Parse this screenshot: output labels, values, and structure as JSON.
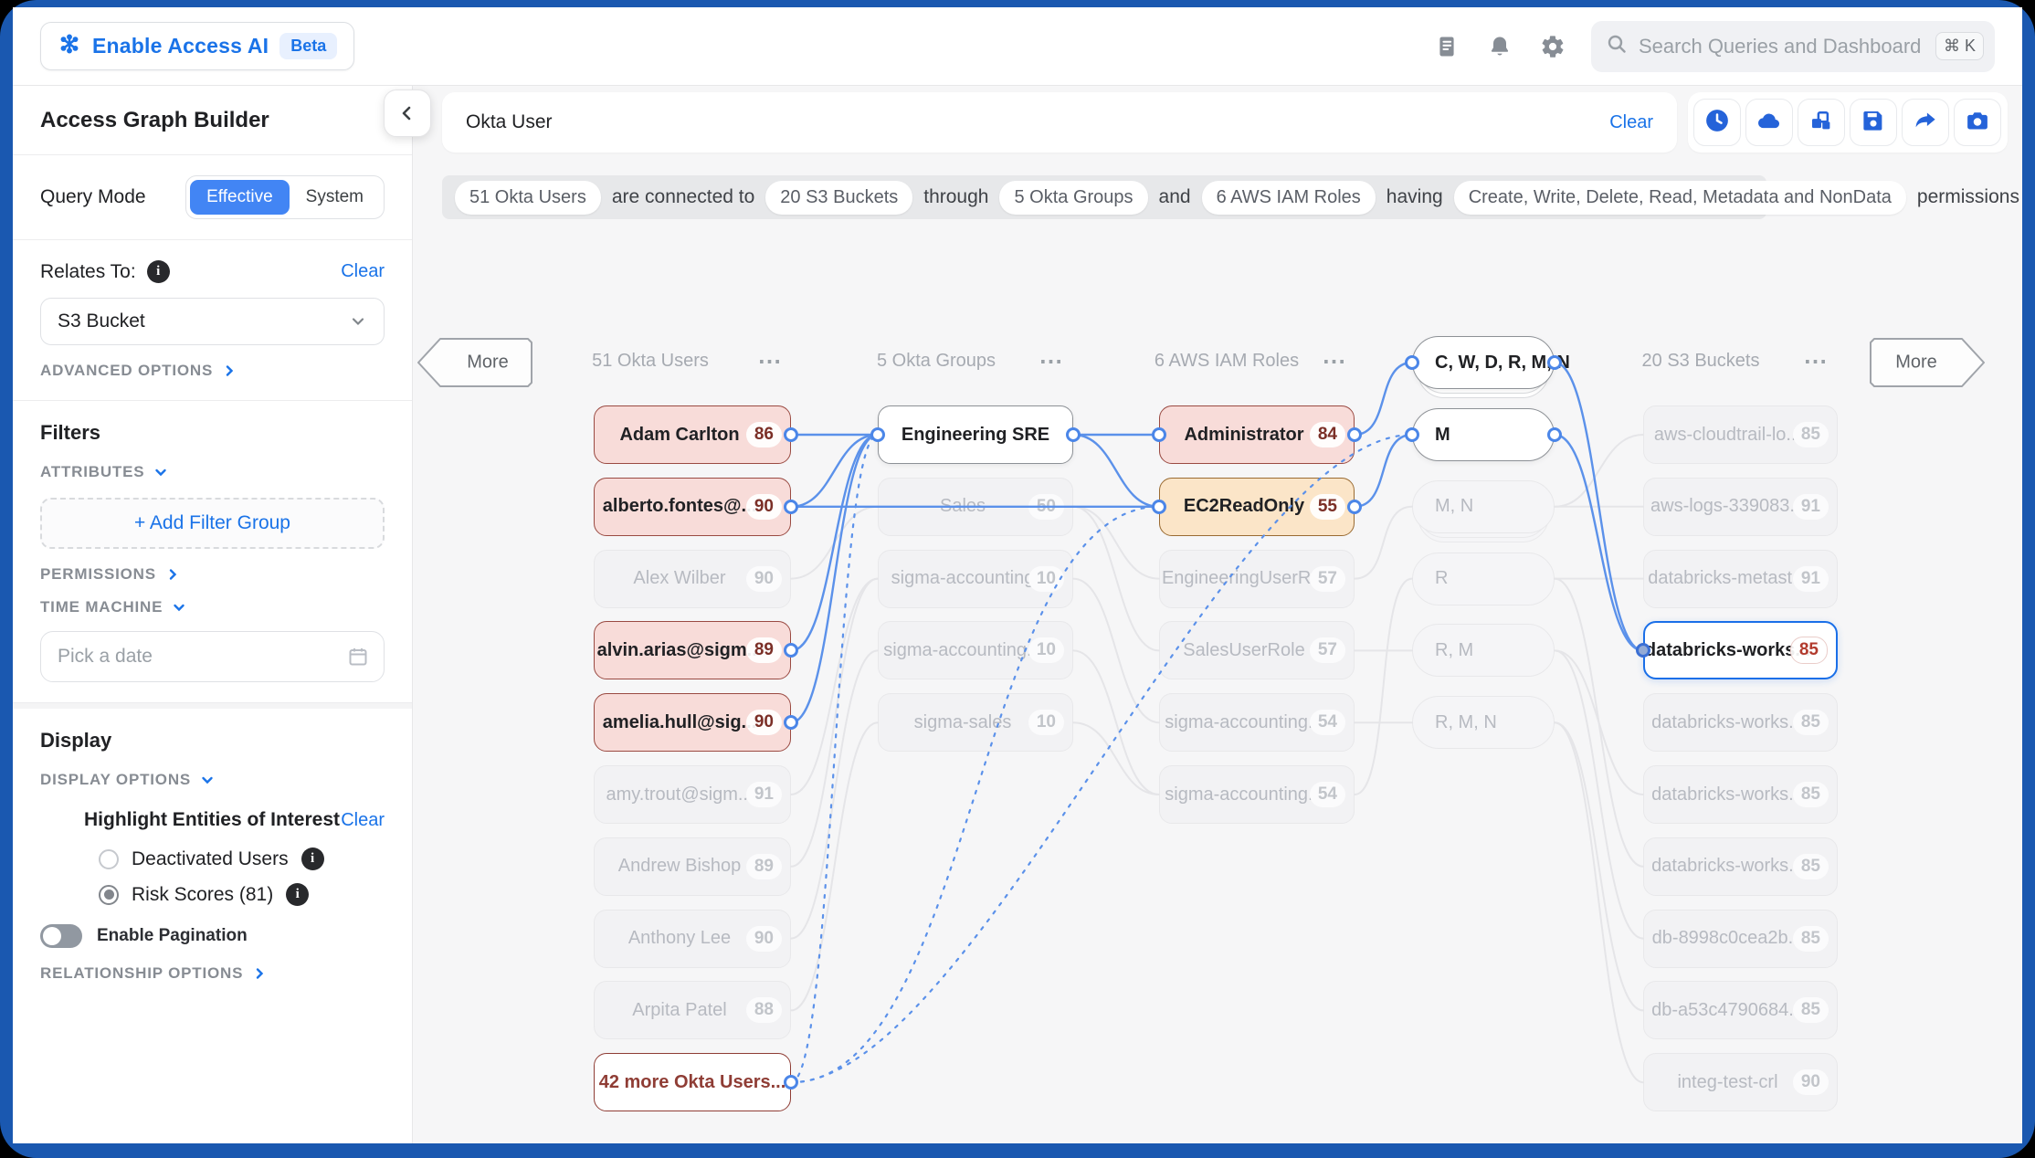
{
  "header": {
    "logo_title": "Enable Access AI",
    "beta_badge": "Beta",
    "icons": [
      "journal",
      "bell",
      "gear"
    ],
    "search": {
      "placeholder": "Search Queries and Dashboard",
      "shortcut": "⌘ K"
    }
  },
  "sidebar": {
    "title": "Access Graph Builder",
    "query_mode": {
      "label": "Query Mode",
      "options": [
        "Effective",
        "System"
      ],
      "active": "Effective"
    },
    "relates_to": {
      "label": "Relates To:",
      "clear": "Clear",
      "value": "S3 Bucket",
      "advanced": "ADVANCED OPTIONS"
    },
    "filters": {
      "title": "Filters",
      "attributes": "ATTRIBUTES",
      "add_filter_group": "+ Add Filter Group",
      "permissions": "PERMISSIONS",
      "time_machine": "TIME MACHINE",
      "date_placeholder": "Pick a date"
    },
    "display": {
      "title": "Display",
      "display_options": "DISPLAY OPTIONS",
      "highlight_label": "Highlight Entities of Interest",
      "clear": "Clear",
      "radios": [
        {
          "label": "Deactivated Users",
          "checked": false
        },
        {
          "label": "Risk Scores (81)",
          "checked": true
        }
      ],
      "pagination_label": "Enable Pagination",
      "pagination_on": false,
      "relationship": "RELATIONSHIP OPTIONS"
    }
  },
  "query_bar": {
    "value": "Okta User",
    "clear": "Clear",
    "tools": [
      "history",
      "cloud",
      "dashboard",
      "save",
      "share",
      "camera"
    ]
  },
  "summary": {
    "segments": [
      {
        "type": "chip",
        "text": "51 Okta Users"
      },
      {
        "type": "text",
        "text": "are connected to"
      },
      {
        "type": "chip",
        "text": "20 S3 Buckets"
      },
      {
        "type": "text",
        "text": "through"
      },
      {
        "type": "chip",
        "text": "5 Okta Groups"
      },
      {
        "type": "text",
        "text": "and"
      },
      {
        "type": "chip",
        "text": "6 AWS IAM Roles"
      },
      {
        "type": "text",
        "text": "having"
      },
      {
        "type": "chip",
        "text": "Create, Write, Delete, Read, Metadata and NonData"
      },
      {
        "type": "text",
        "text": "permissions"
      }
    ]
  },
  "graph": {
    "more_left": "More",
    "more_right": "More",
    "menu_dots": "⋯",
    "columns": [
      {
        "id": "users",
        "header": "51 Okta Users",
        "nodes": [
          {
            "id": "u0",
            "label": "Adam Carlton",
            "score": "86",
            "state": "pink"
          },
          {
            "id": "u1",
            "label": "alberto.fontes@...",
            "score": "90",
            "state": "pink"
          },
          {
            "id": "u2",
            "label": "Alex Wilber",
            "score": "90",
            "state": "faded"
          },
          {
            "id": "u3",
            "label": "alvin.arias@sigm...",
            "score": "89",
            "state": "pink"
          },
          {
            "id": "u4",
            "label": "amelia.hull@sig...",
            "score": "90",
            "state": "pink"
          },
          {
            "id": "u5",
            "label": "amy.trout@sigm...",
            "score": "91",
            "state": "faded"
          },
          {
            "id": "u6",
            "label": "Andrew Bishop",
            "score": "89",
            "state": "faded"
          },
          {
            "id": "u7",
            "label": "Anthony Lee",
            "score": "90",
            "state": "faded"
          },
          {
            "id": "u8",
            "label": "Arpita Patel",
            "score": "88",
            "state": "faded"
          },
          {
            "id": "u9",
            "label": "42 more Okta Users...",
            "score": "",
            "state": "more"
          }
        ]
      },
      {
        "id": "groups",
        "header": "5 Okta Groups",
        "nodes": [
          {
            "id": "g0",
            "label": "Engineering SRE",
            "score": "",
            "state": "active"
          },
          {
            "id": "g1",
            "label": "Sales",
            "score": "50",
            "state": "faded"
          },
          {
            "id": "g2",
            "label": "sigma-accounting",
            "score": "10",
            "state": "faded"
          },
          {
            "id": "g3",
            "label": "sigma-accounting...",
            "score": "10",
            "state": "faded"
          },
          {
            "id": "g4",
            "label": "sigma-sales",
            "score": "10",
            "state": "faded"
          }
        ]
      },
      {
        "id": "roles",
        "header": "6 AWS IAM Roles",
        "nodes": [
          {
            "id": "r0",
            "label": "Administrator",
            "score": "84",
            "state": "pink"
          },
          {
            "id": "r1",
            "label": "EC2ReadOnly",
            "score": "55",
            "state": "orange"
          },
          {
            "id": "r2",
            "label": "EngineeringUserR...",
            "score": "57",
            "state": "faded"
          },
          {
            "id": "r3",
            "label": "SalesUserRole",
            "score": "57",
            "state": "faded"
          },
          {
            "id": "r4",
            "label": "sigma-accounting...",
            "score": "54",
            "state": "faded"
          },
          {
            "id": "r5",
            "label": "sigma-accounting...",
            "score": "54",
            "state": "faded"
          }
        ]
      },
      {
        "id": "perms",
        "header": "",
        "nodes": [
          {
            "id": "p0",
            "label": "C, W, D, R, M, N",
            "score": "",
            "state": "active",
            "stacked": true
          },
          {
            "id": "p1",
            "label": "M",
            "score": "",
            "state": "active"
          },
          {
            "id": "p2",
            "label": "M, N",
            "score": "",
            "state": "faded",
            "stacked": true
          },
          {
            "id": "p3",
            "label": "R",
            "score": "",
            "state": "faded"
          },
          {
            "id": "p4",
            "label": "R, M",
            "score": "",
            "state": "faded"
          },
          {
            "id": "p5",
            "label": "R, M, N",
            "score": "",
            "state": "faded"
          }
        ]
      },
      {
        "id": "buckets",
        "header": "20 S3 Buckets",
        "nodes": [
          {
            "id": "b0",
            "label": "aws-cloudtrail-lo...",
            "score": "85",
            "state": "faded"
          },
          {
            "id": "b1",
            "label": "aws-logs-339083...",
            "score": "91",
            "state": "faded"
          },
          {
            "id": "b2",
            "label": "databricks-metast...",
            "score": "91",
            "state": "faded"
          },
          {
            "id": "b3",
            "label": "databricks-works...",
            "score": "85",
            "state": "selected"
          },
          {
            "id": "b4",
            "label": "databricks-works...",
            "score": "85",
            "state": "faded"
          },
          {
            "id": "b5",
            "label": "databricks-works...",
            "score": "85",
            "state": "faded"
          },
          {
            "id": "b6",
            "label": "databricks-works...",
            "score": "85",
            "state": "faded"
          },
          {
            "id": "b7",
            "label": "db-8998c0cea2b...",
            "score": "85",
            "state": "faded"
          },
          {
            "id": "b8",
            "label": "db-a53c4790684...",
            "score": "85",
            "state": "faded"
          },
          {
            "id": "b9",
            "label": "integ-test-crl",
            "score": "90",
            "state": "faded"
          }
        ]
      }
    ],
    "edges": {
      "solid": [
        [
          "u0",
          "g0"
        ],
        [
          "u1",
          "g0"
        ],
        [
          "u3",
          "g0"
        ],
        [
          "u4",
          "g0"
        ],
        [
          "u1",
          "r1"
        ],
        [
          "g0",
          "r0"
        ],
        [
          "g0",
          "r1"
        ],
        [
          "r0",
          "p0"
        ],
        [
          "r1",
          "p1"
        ],
        [
          "p0",
          "b3"
        ],
        [
          "p1",
          "b3"
        ]
      ],
      "dashed": [
        [
          "u9",
          "g0"
        ],
        [
          "u9",
          "r1"
        ],
        [
          "u9",
          "p1"
        ]
      ],
      "faded": [
        [
          "u2",
          "g1"
        ],
        [
          "u5",
          "g2"
        ],
        [
          "u6",
          "g2"
        ],
        [
          "u7",
          "g3"
        ],
        [
          "u8",
          "g4"
        ],
        [
          "g1",
          "r2"
        ],
        [
          "g1",
          "r3"
        ],
        [
          "g2",
          "r4"
        ],
        [
          "g3",
          "r5"
        ],
        [
          "g4",
          "r5"
        ],
        [
          "r2",
          "p2"
        ],
        [
          "r3",
          "p4"
        ],
        [
          "r4",
          "p5"
        ],
        [
          "r5",
          "p3"
        ],
        [
          "p2",
          "b0"
        ],
        [
          "p2",
          "b1"
        ],
        [
          "p3",
          "b2"
        ],
        [
          "p4",
          "b7"
        ],
        [
          "p5",
          "b9"
        ],
        [
          "p4",
          "b5"
        ],
        [
          "p3",
          "b6"
        ],
        [
          "p5",
          "b8"
        ]
      ]
    }
  },
  "colors": {
    "accent_blue": "#1a73e8",
    "frame_blue": "#1a58b0",
    "edge_blue": "#5b91ea",
    "pink_node_bg": "#f8dcd9",
    "pink_node_border": "#9a4a42",
    "orange_node_bg": "#fbe5c8",
    "risk_score_red": "#7b2f27",
    "canvas_bg": "#f6f6f7"
  }
}
